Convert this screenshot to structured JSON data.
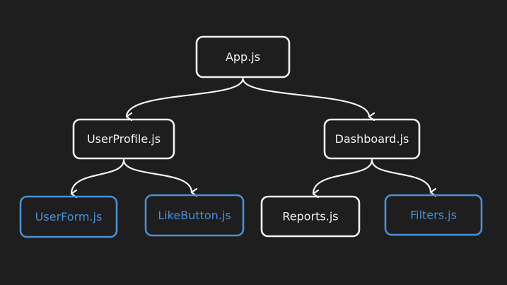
{
  "colors": {
    "background": "#1e1e1e",
    "default": "#f2f2f2",
    "highlight": "#4a90d9"
  },
  "nodes": [
    {
      "id": "app",
      "label": "App.js",
      "highlight": false
    },
    {
      "id": "user-profile",
      "label": "UserProfile.js",
      "highlight": false
    },
    {
      "id": "dashboard",
      "label": "Dashboard.js",
      "highlight": false
    },
    {
      "id": "user-form",
      "label": "UserForm.js",
      "highlight": true
    },
    {
      "id": "like-button",
      "label": "LikeButton.js",
      "highlight": true
    },
    {
      "id": "reports",
      "label": "Reports.js",
      "highlight": false
    },
    {
      "id": "filters",
      "label": "Filters.js",
      "highlight": true
    }
  ],
  "edges": [
    {
      "from": "app",
      "to": "user-profile"
    },
    {
      "from": "app",
      "to": "dashboard"
    },
    {
      "from": "user-profile",
      "to": "user-form"
    },
    {
      "from": "user-profile",
      "to": "like-button"
    },
    {
      "from": "dashboard",
      "to": "reports"
    },
    {
      "from": "dashboard",
      "to": "filters"
    }
  ]
}
